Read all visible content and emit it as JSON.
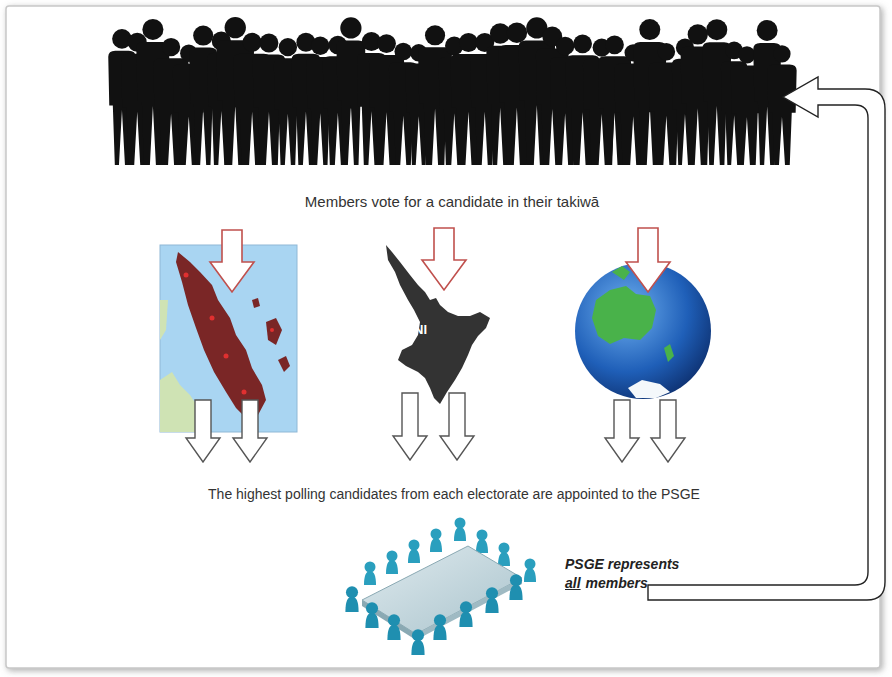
{
  "diagram": {
    "nodes": [
      {
        "text": [
          "NI"
        ]
      }
    ],
    "labels": [
      "Members vote for a candidate in their takiwā",
      "The highest polling candidates from each electorate are appointed to the PSGE",
      "PSGE represents",
      "all",
      "members"
    ]
  }
}
